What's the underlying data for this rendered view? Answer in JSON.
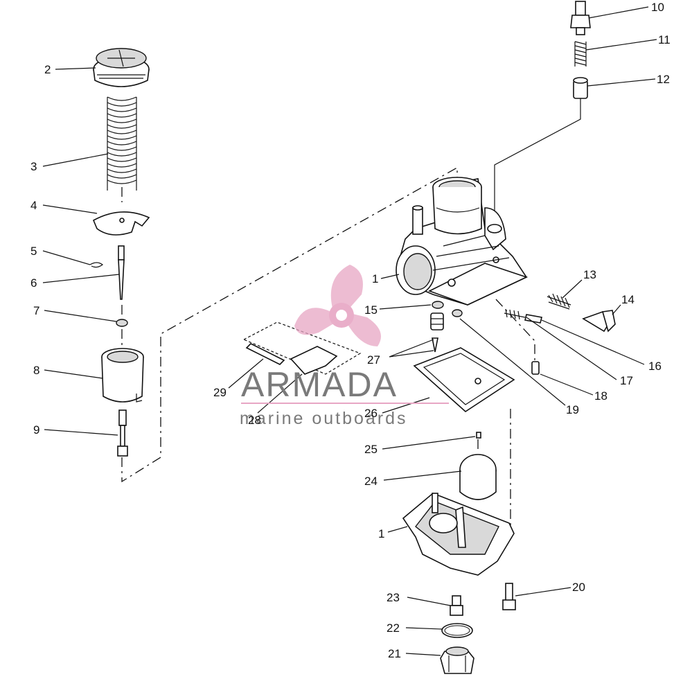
{
  "brand": {
    "name": "ARMADA",
    "tagline": "marine outboards",
    "logo_color": "#e7a6c4",
    "text_color": "#7a7a7a"
  },
  "labels": {
    "p1a": "1",
    "p1b": "1",
    "p2": "2",
    "p3": "3",
    "p4": "4",
    "p5": "5",
    "p6": "6",
    "p7": "7",
    "p8": "8",
    "p9": "9",
    "p10": "10",
    "p11": "11",
    "p12": "12",
    "p13": "13",
    "p14": "14",
    "p15": "15",
    "p16": "16",
    "p17": "17",
    "p18": "18",
    "p19": "19",
    "p20": "20",
    "p21": "21",
    "p22": "22",
    "p23": "23",
    "p24": "24",
    "p25": "25",
    "p26": "26",
    "p27": "27",
    "p28": "28",
    "p29": "29"
  }
}
